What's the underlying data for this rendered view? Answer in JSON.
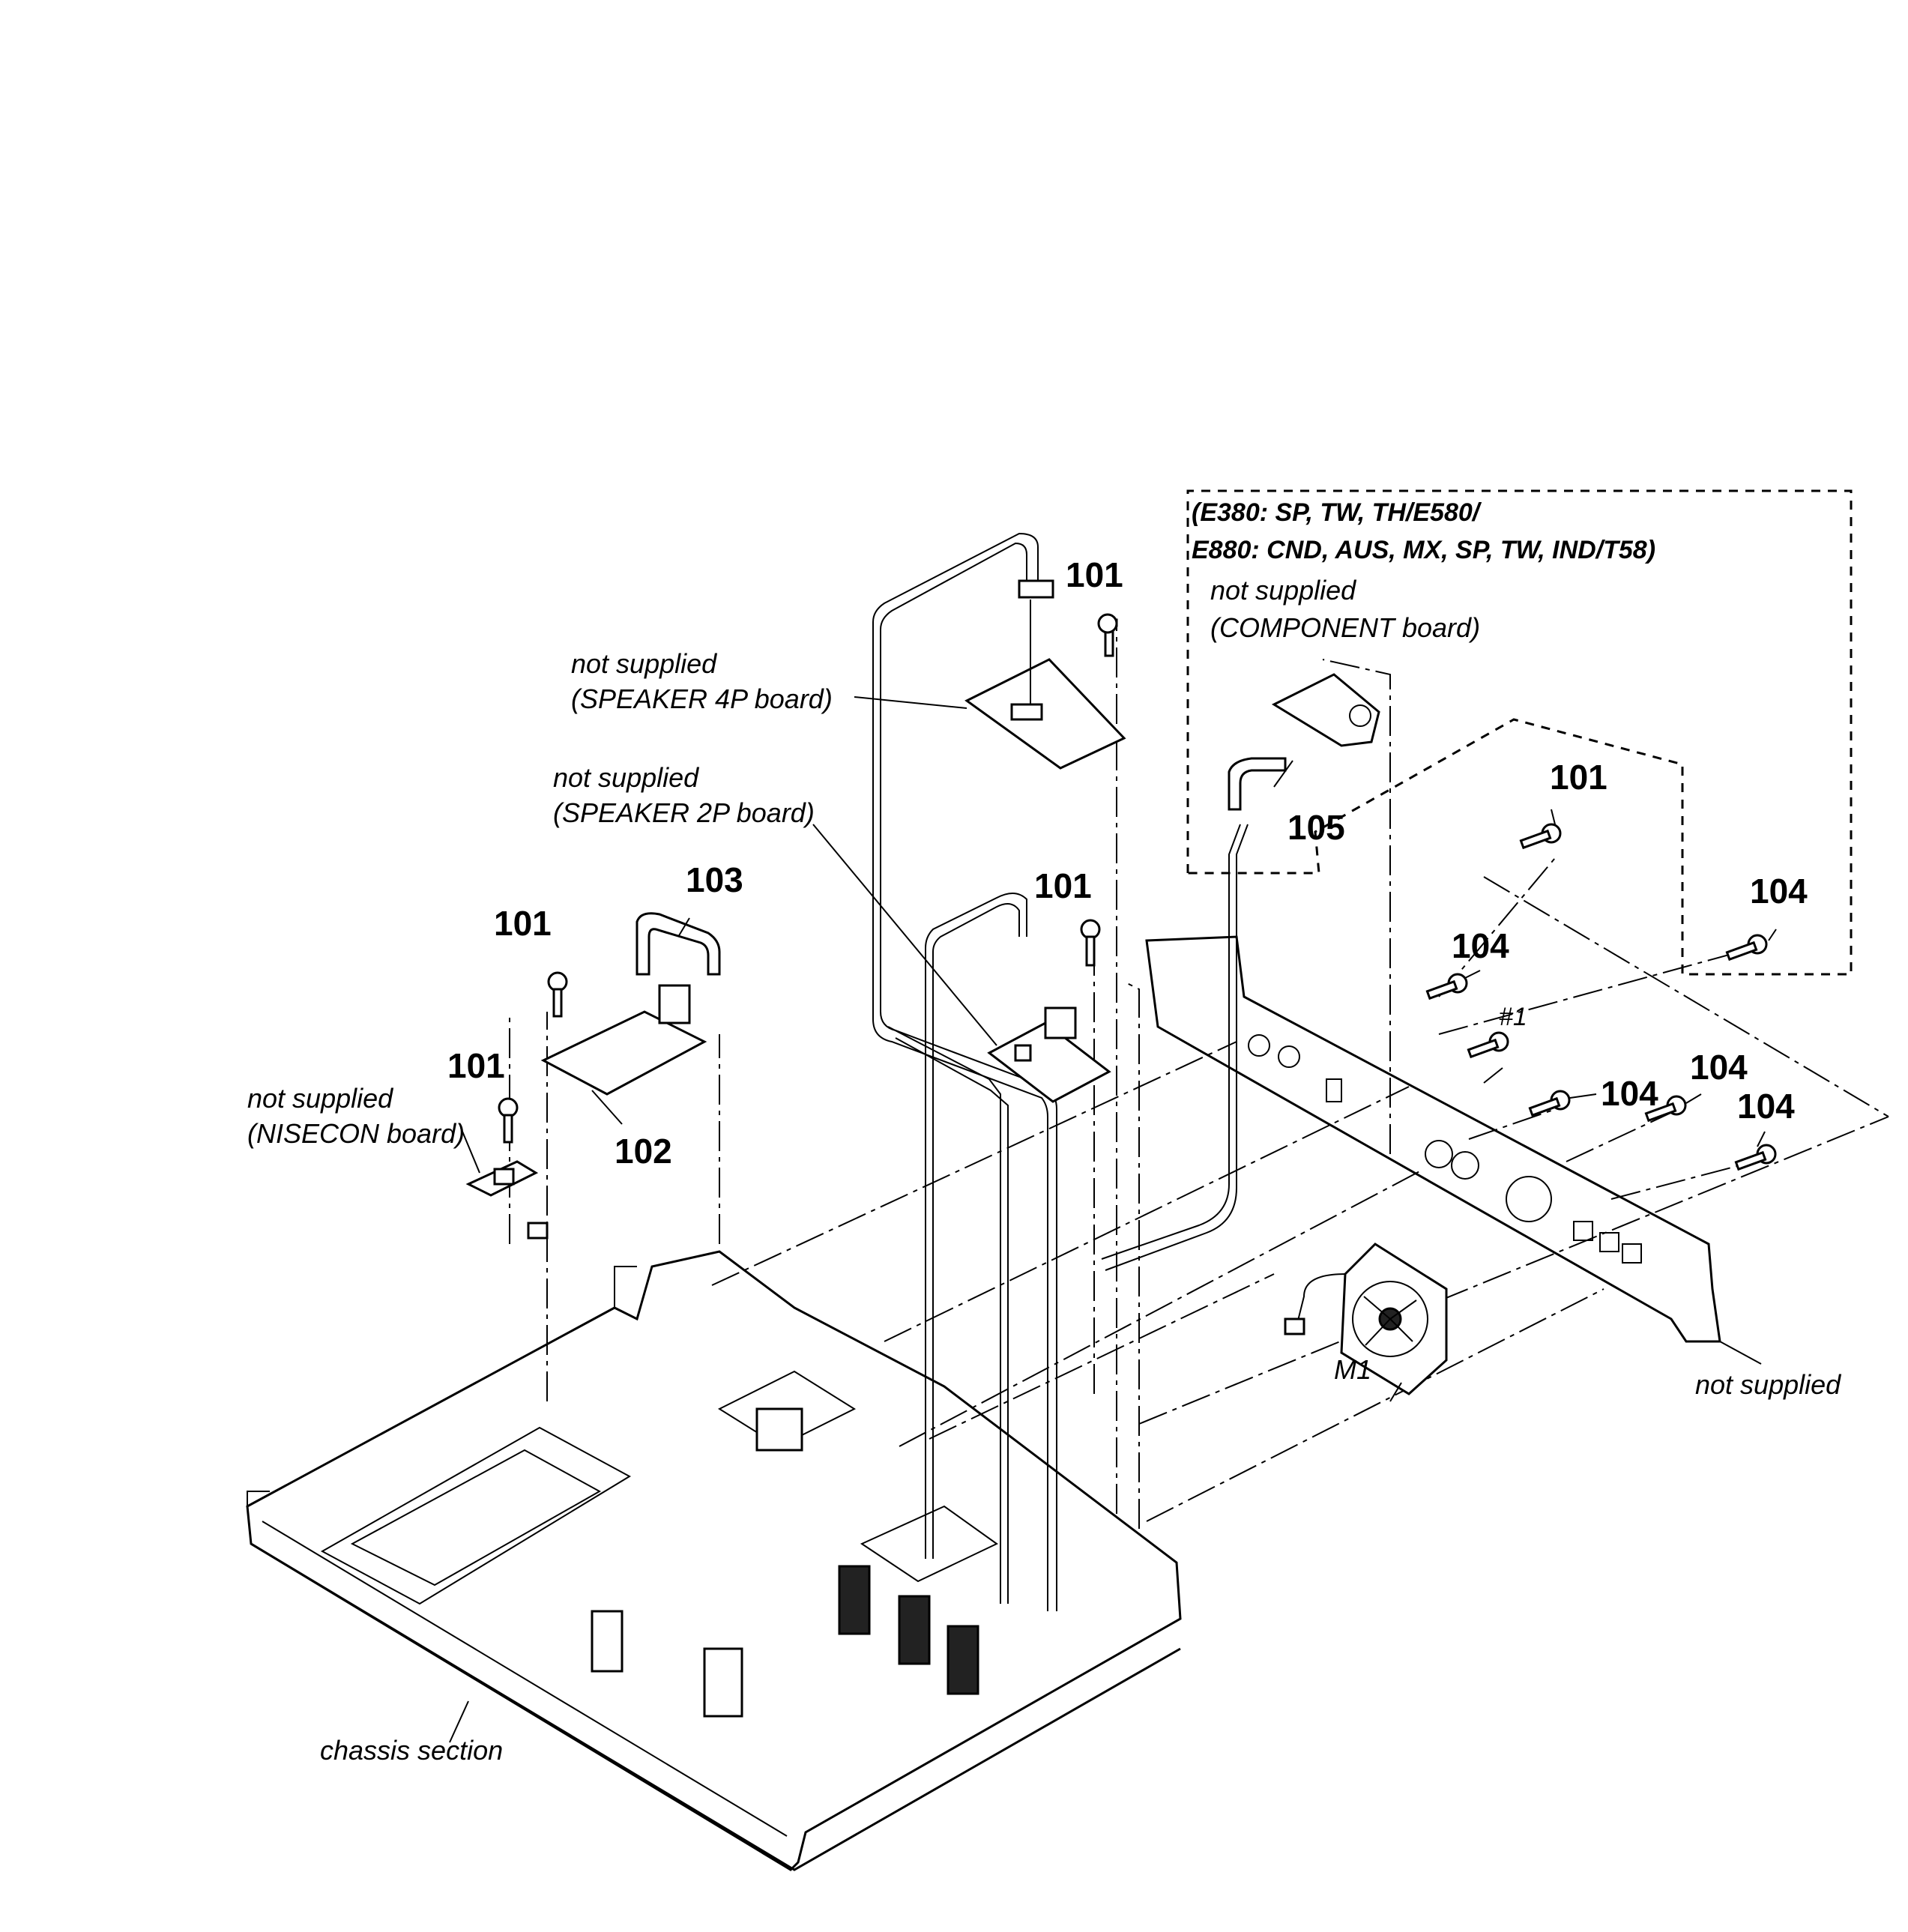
{
  "region_note": {
    "line1": "(E380: SP, TW, TH/E580/",
    "line2": "E880: CND, AUS, MX, SP, TW, IND/T58)"
  },
  "notes": {
    "component_board": {
      "line1": "not supplied",
      "line2": "(COMPONENT board)"
    },
    "speaker_4p_board": {
      "line1": "not supplied",
      "line2": "(SPEAKER 4P board)"
    },
    "speaker_2p_board": {
      "line1": "not supplied",
      "line2": "(SPEAKER 2P board)"
    },
    "nisecon_board": {
      "line1": "not supplied",
      "line2": "(NISECON board)"
    },
    "rear_panel": "not supplied",
    "chassis": "chassis section"
  },
  "labels": {
    "screw_101": "101",
    "board_102": "102",
    "cable_103": "103",
    "screw_104": "104",
    "cable_105": "105",
    "marker_1": "#1",
    "fan_m1": "M1"
  }
}
